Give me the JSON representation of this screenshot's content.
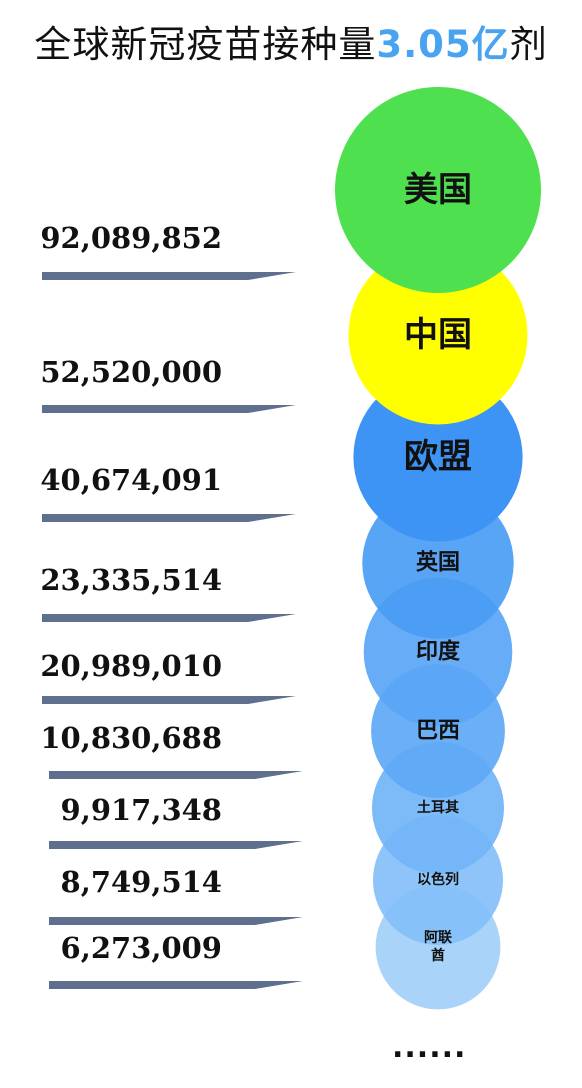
{
  "title": {
    "prefix": "全球新冠疫苗接种量",
    "highlight": "3.05亿",
    "suffix": "剂"
  },
  "chart_data": {
    "type": "bubble-ranking",
    "title": "全球新冠疫苗接种量3.05亿剂",
    "categories": [
      "美国",
      "中国",
      "欧盟",
      "英国",
      "印度",
      "巴西",
      "土耳其",
      "以色列",
      "阿联酋"
    ],
    "values": [
      92089852,
      52520000,
      40674091,
      23335514,
      20989010,
      10830688,
      9917348,
      8749514,
      6273009
    ],
    "value_labels": [
      "92,089,852",
      "52,520,000",
      "40,674,091",
      "23,335,514",
      "20,989,010",
      "10,830,688",
      "9,917,348",
      "8,749,514",
      "6,273,009"
    ],
    "colors": [
      "#4fe04f",
      "#ffff00",
      "#3d94f5",
      "#4a9cf4",
      "#5aa5f5",
      "#5ea8f5",
      "#72b4f7",
      "#84bff8",
      "#a3cffa"
    ]
  },
  "ellipsis": "......"
}
